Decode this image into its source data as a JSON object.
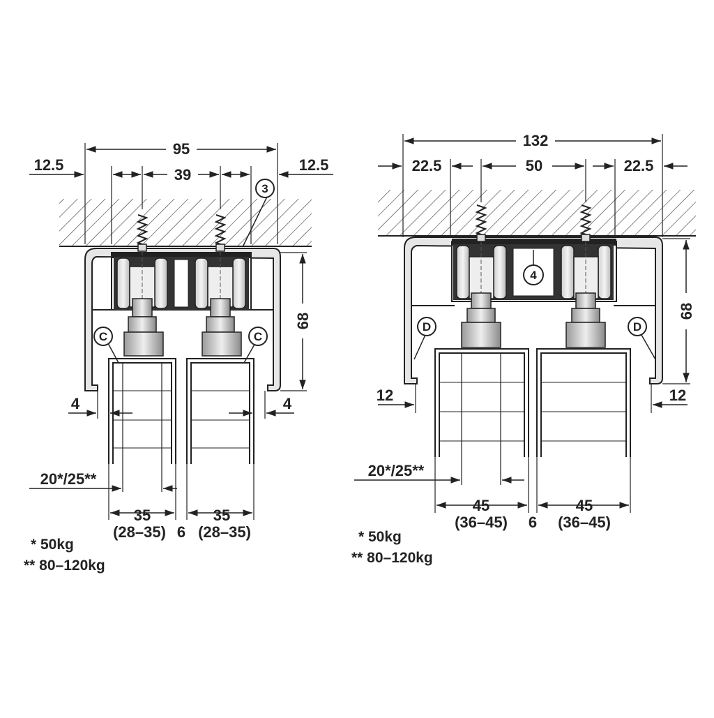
{
  "left_drawing": {
    "dims": {
      "overall_width": "95",
      "left_offset": "12.5",
      "right_offset": "12.5",
      "center_spacing": "39",
      "height": "68",
      "left_gap": "4",
      "right_gap": "4",
      "glass_thickness_label": "20*/25**",
      "door_left_width": "35",
      "door_left_range": "(28–35)",
      "door_gap": "6",
      "door_right_width": "35",
      "door_right_range": "(28–35)"
    },
    "callouts": {
      "part": "3",
      "end_left": "C",
      "end_right": "C"
    },
    "notes": {
      "line1": "* 50kg",
      "line2": "** 80–120kg"
    }
  },
  "right_drawing": {
    "dims": {
      "overall_width": "132",
      "left_offset": "22.5",
      "right_offset": "22.5",
      "center_spacing": "50",
      "height": "68",
      "left_gap": "12",
      "right_gap": "12",
      "glass_thickness_label": "20*/25**",
      "door_left_width": "45",
      "door_left_range": "(36–45)",
      "door_gap": "6",
      "door_right_width": "45",
      "door_right_range": "(36–45)"
    },
    "callouts": {
      "part": "4",
      "end_left": "D",
      "end_right": "D"
    },
    "notes": {
      "line1": "* 50kg",
      "line2": "** 80–120kg"
    }
  },
  "colors": {
    "line": "#222222",
    "metal_light": "#e4e4e4",
    "metal_mid": "#bdbdbd",
    "metal_dark": "#7a7a7a",
    "hatch": "#333333"
  }
}
